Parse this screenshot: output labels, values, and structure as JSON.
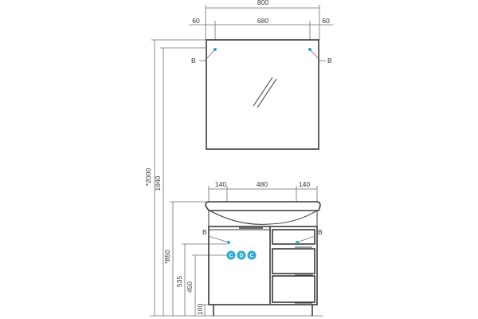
{
  "dimensions": {
    "mirror_total_width": "800",
    "mirror_side_left": "60",
    "mirror_center": "680",
    "mirror_side_right": "60",
    "total_height": "*2000",
    "mirror_top_height": "1940",
    "cabinet_side_left": "140",
    "cabinet_center": "480",
    "cabinet_side_right": "140",
    "cabinet_height": "*850",
    "height_535": "535",
    "height_450": "450",
    "leg_height": "100"
  },
  "point_labels": {
    "mirror_left": "B",
    "mirror_right": "B",
    "cabinet_left": "B",
    "cabinet_right": "B"
  },
  "connection_markers": [
    "C",
    "D",
    "C"
  ],
  "colors": {
    "line": "#3a3a3a",
    "dimension": "#6e6e6e",
    "accent": "#2aa7d6"
  }
}
